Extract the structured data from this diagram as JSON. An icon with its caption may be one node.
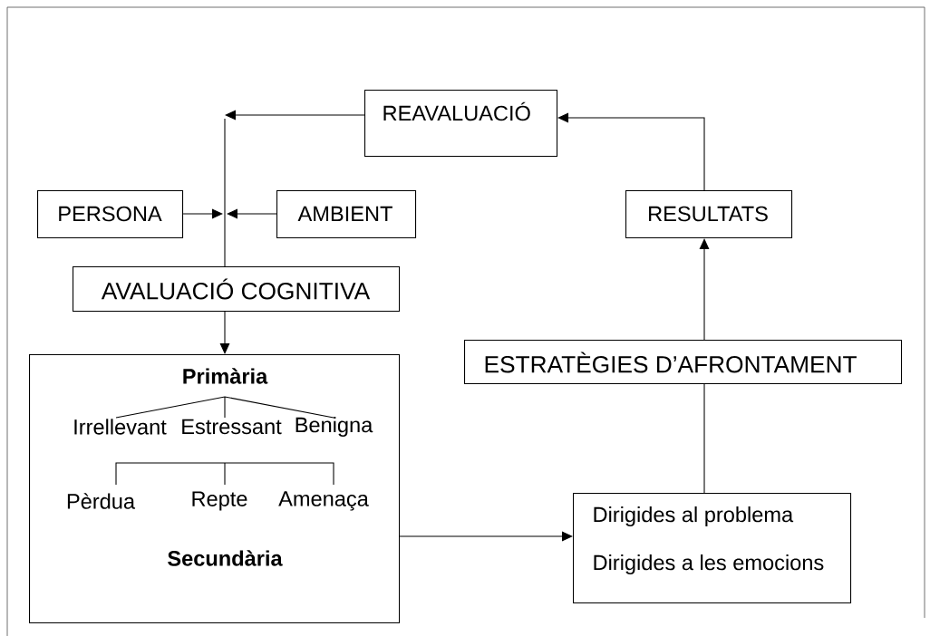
{
  "diagram": {
    "nodes": [
      {
        "text": [
          "REAVALUACIÓ"
        ]
      },
      {
        "text": [
          "PERSONA"
        ]
      },
      {
        "text": [
          "AMBIENT"
        ]
      },
      {
        "text": [
          "RESULTATS"
        ]
      },
      {
        "text": [
          "AVALUACIÓ COGNITIVA"
        ]
      },
      {
        "text": [
          "ESTRATÈGIES D’AFRONTAMENT"
        ]
      },
      {
        "text": [
          "Primària",
          "Irrellevant",
          "Estressant",
          "Benigna",
          "Pèrdua",
          "Repte",
          "Amenaça",
          "Secundària"
        ]
      },
      {
        "text": [
          "Dirigides al problema",
          "Dirigides a les emocions"
        ]
      }
    ],
    "edges": [
      {
        "from": 0,
        "to": null,
        "arrow": "to"
      },
      {
        "from": 1,
        "to": null,
        "arrow": "to"
      },
      {
        "from": 2,
        "to": null,
        "arrow": "to"
      },
      {
        "from": null,
        "to": 4,
        "arrow": "none"
      },
      {
        "from": 4,
        "to": 6,
        "arrow": "to"
      },
      {
        "from": 6,
        "to": 7,
        "arrow": "to"
      },
      {
        "from": 7,
        "to": 5,
        "arrow": "none"
      },
      {
        "from": 5,
        "to": 3,
        "arrow": "to"
      },
      {
        "from": 3,
        "to": 0,
        "arrow": "to"
      }
    ]
  }
}
